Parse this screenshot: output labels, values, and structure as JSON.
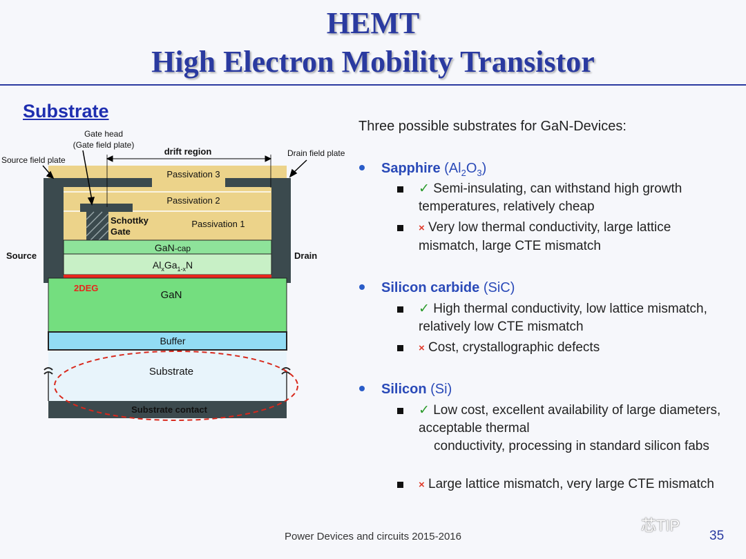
{
  "slide": {
    "title_line1": "HEMT",
    "title_line2": "High Electron Mobility Transistor",
    "section_heading": "Substrate",
    "footer": "Power Devices and circuits 2015-2016",
    "page_number": "35",
    "watermark": "芯TIP"
  },
  "diagram": {
    "labels": {
      "gate_head": "Gate head",
      "gate_field_plate": "(Gate field plate)",
      "drift_region": "drift region",
      "source_field_plate": "Source field plate",
      "drain_field_plate": "Drain field plate",
      "passivation3": "Passivation 3",
      "passivation2": "Passivation 2",
      "passivation1": "Passivation 1",
      "schottky": "Schottky",
      "gate": "Gate",
      "source": "Source",
      "drain": "Drain",
      "gan_cap_main": "GaN",
      "gan_cap_suffix": "-cap",
      "algan_al": "Al",
      "algan_x": "x",
      "algan_ga": "Ga",
      "algan_1x": "1-x",
      "algan_n": "N",
      "twodeg": "2DEG",
      "gan": "GaN",
      "buffer": "Buffer",
      "substrate": "Substrate",
      "substrate_contact": "Substrate contact"
    },
    "colors": {
      "passivation": "#ecd38a",
      "metal": "#3b4a4e",
      "gan_cap": "#8ee39a",
      "algan": "#c8f0c6",
      "twodeg": "#e8261c",
      "gan": "#74de7f",
      "buffer": "#92dcf4",
      "substrate": "#e8f4fb",
      "contact": "#3c4a4e",
      "ellipse": "#d8281c"
    }
  },
  "content": {
    "intro": "Three possible substrates for GaN-Devices:",
    "substrates": [
      {
        "name": "Sapphire",
        "formula_open": "(Al",
        "formula_sub1": "2",
        "formula_mid": "O",
        "formula_sub2": "3",
        "formula_close": ")",
        "pro": "Semi-insulating, can withstand high growth temperatures, relatively cheap",
        "con": "Very low thermal conductivity, large lattice mismatch, large CTE mismatch"
      },
      {
        "name": "Silicon carbide",
        "formula": "(SiC)",
        "pro": "High thermal conductivity, low lattice mismatch, relatively low CTE mismatch",
        "con": "Cost, crystallographic defects"
      },
      {
        "name": "Silicon",
        "formula": "(Si)",
        "pro_line1": "Low cost, excellent availability of large diameters, acceptable thermal",
        "pro_line2": "conductivity, processing in standard silicon fabs",
        "con": "Large lattice mismatch, very large CTE mismatch"
      }
    ],
    "check_mark": "✓",
    "cross_mark": "×"
  }
}
